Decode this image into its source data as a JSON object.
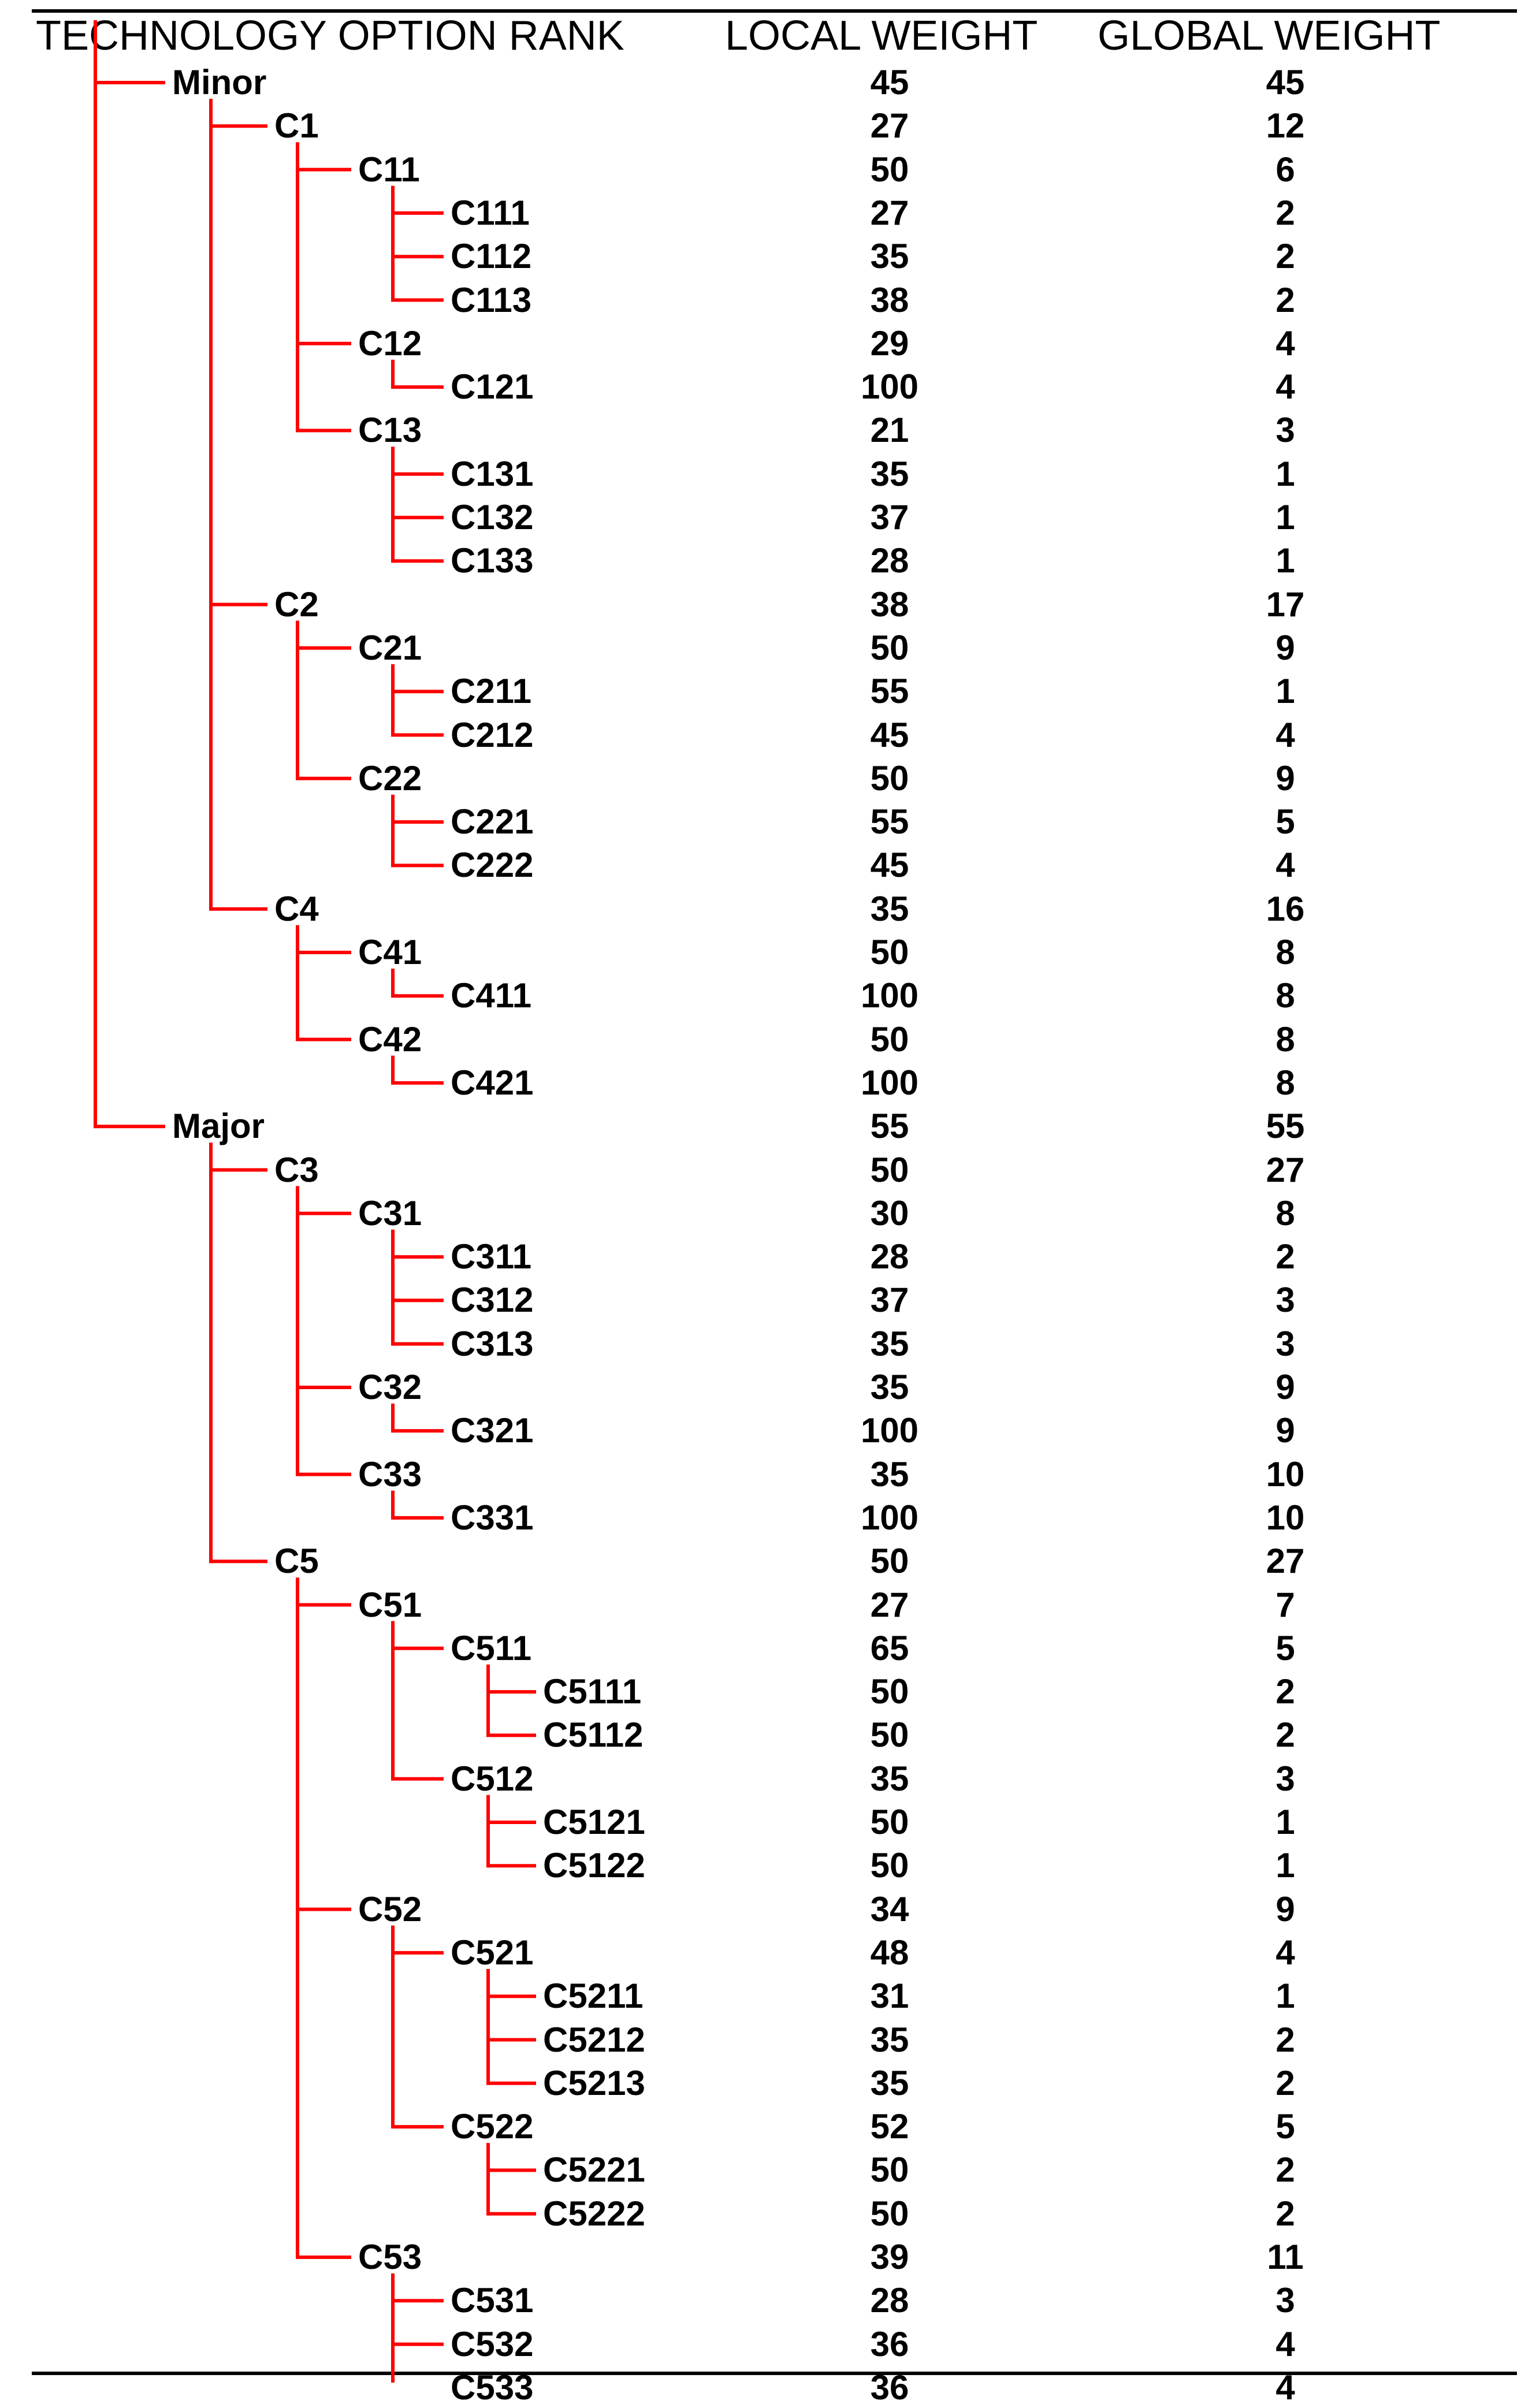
{
  "header": {
    "rank": "TECHNOLOGY OPTION RANK",
    "local": "LOCAL WEIGHT",
    "global": "GLOBAL WEIGHT"
  },
  "colors": {
    "connector": "#ff0000",
    "text": "#000000",
    "rule": "#000000"
  },
  "rows": [
    {
      "id": "Minor",
      "depth": 0,
      "parent": null,
      "local": "45",
      "global": "45"
    },
    {
      "id": "C1",
      "depth": 1,
      "parent": "Minor",
      "local": "27",
      "global": "12"
    },
    {
      "id": "C11",
      "depth": 2,
      "parent": "C1",
      "local": "50",
      "global": "6"
    },
    {
      "id": "C111",
      "depth": 3,
      "parent": "C11",
      "local": "27",
      "global": "2"
    },
    {
      "id": "C112",
      "depth": 3,
      "parent": "C11",
      "local": "35",
      "global": "2"
    },
    {
      "id": "C113",
      "depth": 3,
      "parent": "C11",
      "local": "38",
      "global": "2"
    },
    {
      "id": "C12",
      "depth": 2,
      "parent": "C1",
      "local": "29",
      "global": "4"
    },
    {
      "id": "C121",
      "depth": 3,
      "parent": "C12",
      "local": "100",
      "global": "4"
    },
    {
      "id": "C13",
      "depth": 2,
      "parent": "C1",
      "local": "21",
      "global": "3"
    },
    {
      "id": "C131",
      "depth": 3,
      "parent": "C13",
      "local": "35",
      "global": "1"
    },
    {
      "id": "C132",
      "depth": 3,
      "parent": "C13",
      "local": "37",
      "global": "1"
    },
    {
      "id": "C133",
      "depth": 3,
      "parent": "C13",
      "local": "28",
      "global": "1"
    },
    {
      "id": "C2",
      "depth": 1,
      "parent": "Minor",
      "local": "38",
      "global": "17"
    },
    {
      "id": "C21",
      "depth": 2,
      "parent": "C2",
      "local": "50",
      "global": "9"
    },
    {
      "id": "C211",
      "depth": 3,
      "parent": "C21",
      "local": "55",
      "global": "1"
    },
    {
      "id": "C212",
      "depth": 3,
      "parent": "C21",
      "local": "45",
      "global": "4"
    },
    {
      "id": "C22",
      "depth": 2,
      "parent": "C2",
      "local": "50",
      "global": "9"
    },
    {
      "id": "C221",
      "depth": 3,
      "parent": "C22",
      "local": "55",
      "global": "5"
    },
    {
      "id": "C222",
      "depth": 3,
      "parent": "C22",
      "local": "45",
      "global": "4"
    },
    {
      "id": "C4",
      "depth": 1,
      "parent": "Minor",
      "local": "35",
      "global": "16"
    },
    {
      "id": "C41",
      "depth": 2,
      "parent": "C4",
      "local": "50",
      "global": "8"
    },
    {
      "id": "C411",
      "depth": 3,
      "parent": "C41",
      "local": "100",
      "global": "8"
    },
    {
      "id": "C42",
      "depth": 2,
      "parent": "C4",
      "local": "50",
      "global": "8"
    },
    {
      "id": "C421",
      "depth": 3,
      "parent": "C42",
      "local": "100",
      "global": "8"
    },
    {
      "id": "Major",
      "depth": 0,
      "parent": null,
      "local": "55",
      "global": "55"
    },
    {
      "id": "C3",
      "depth": 1,
      "parent": "Major",
      "local": "50",
      "global": "27"
    },
    {
      "id": "C31",
      "depth": 2,
      "parent": "C3",
      "local": "30",
      "global": "8"
    },
    {
      "id": "C311",
      "depth": 3,
      "parent": "C31",
      "local": "28",
      "global": "2"
    },
    {
      "id": "C312",
      "depth": 3,
      "parent": "C31",
      "local": "37",
      "global": "3"
    },
    {
      "id": "C313",
      "depth": 3,
      "parent": "C31",
      "local": "35",
      "global": "3"
    },
    {
      "id": "C32",
      "depth": 2,
      "parent": "C3",
      "local": "35",
      "global": "9"
    },
    {
      "id": "C321",
      "depth": 3,
      "parent": "C32",
      "local": "100",
      "global": "9"
    },
    {
      "id": "C33",
      "depth": 2,
      "parent": "C3",
      "local": "35",
      "global": "10"
    },
    {
      "id": "C331",
      "depth": 3,
      "parent": "C33",
      "local": "100",
      "global": "10"
    },
    {
      "id": "C5",
      "depth": 1,
      "parent": "Major",
      "local": "50",
      "global": "27"
    },
    {
      "id": "C51",
      "depth": 2,
      "parent": "C5",
      "local": "27",
      "global": "7"
    },
    {
      "id": "C511",
      "depth": 3,
      "parent": "C51",
      "local": "65",
      "global": "5"
    },
    {
      "id": "C5111",
      "depth": 4,
      "parent": "C511",
      "local": "50",
      "global": "2"
    },
    {
      "id": "C5112",
      "depth": 4,
      "parent": "C511",
      "local": "50",
      "global": "2"
    },
    {
      "id": "C512",
      "depth": 3,
      "parent": "C51",
      "local": "35",
      "global": "3"
    },
    {
      "id": "C5121",
      "depth": 4,
      "parent": "C512",
      "local": "50",
      "global": "1"
    },
    {
      "id": "C5122",
      "depth": 4,
      "parent": "C512",
      "local": "50",
      "global": "1"
    },
    {
      "id": "C52",
      "depth": 2,
      "parent": "C5",
      "local": "34",
      "global": "9"
    },
    {
      "id": "C521",
      "depth": 3,
      "parent": "C52",
      "local": "48",
      "global": "4"
    },
    {
      "id": "C5211",
      "depth": 4,
      "parent": "C521",
      "local": "31",
      "global": "1"
    },
    {
      "id": "C5212",
      "depth": 4,
      "parent": "C521",
      "local": "35",
      "global": "2"
    },
    {
      "id": "C5213",
      "depth": 4,
      "parent": "C521",
      "local": "35",
      "global": "2"
    },
    {
      "id": "C522",
      "depth": 3,
      "parent": "C52",
      "local": "52",
      "global": "5"
    },
    {
      "id": "C5221",
      "depth": 4,
      "parent": "C522",
      "local": "50",
      "global": "2"
    },
    {
      "id": "C5222",
      "depth": 4,
      "parent": "C522",
      "local": "50",
      "global": "2"
    },
    {
      "id": "C53",
      "depth": 2,
      "parent": "C5",
      "local": "39",
      "global": "11"
    },
    {
      "id": "C531",
      "depth": 3,
      "parent": "C53",
      "local": "28",
      "global": "3"
    },
    {
      "id": "C532",
      "depth": 3,
      "parent": "C53",
      "local": "36",
      "global": "4"
    },
    {
      "id": "C533",
      "depth": 3,
      "parent": "C53",
      "local": "36",
      "global": "4"
    }
  ]
}
